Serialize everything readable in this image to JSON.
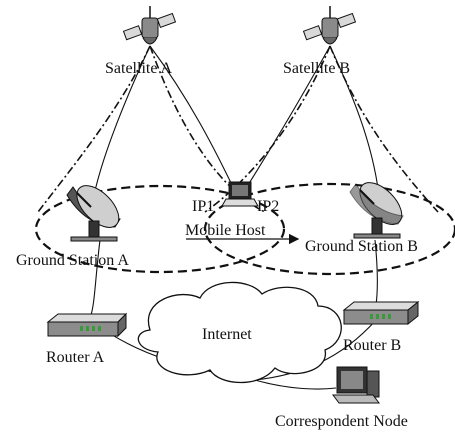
{
  "labels": {
    "satellite_a": "Satellite A",
    "satellite_b": "Satellite B",
    "ip1": "IP1",
    "ip2": "IP2",
    "mobile_host": "Mobile Host",
    "ground_station_a": "Ground Station A",
    "ground_station_b": "Ground Station B",
    "internet": "Internet",
    "router_a": "Router A",
    "router_b": "Router B",
    "correspondent_node": "Correspondent Node"
  },
  "icons": [
    "satellite-icon",
    "satellite-dish-icon",
    "laptop-icon",
    "router-icon",
    "desktop-computer-icon",
    "cloud-icon"
  ]
}
